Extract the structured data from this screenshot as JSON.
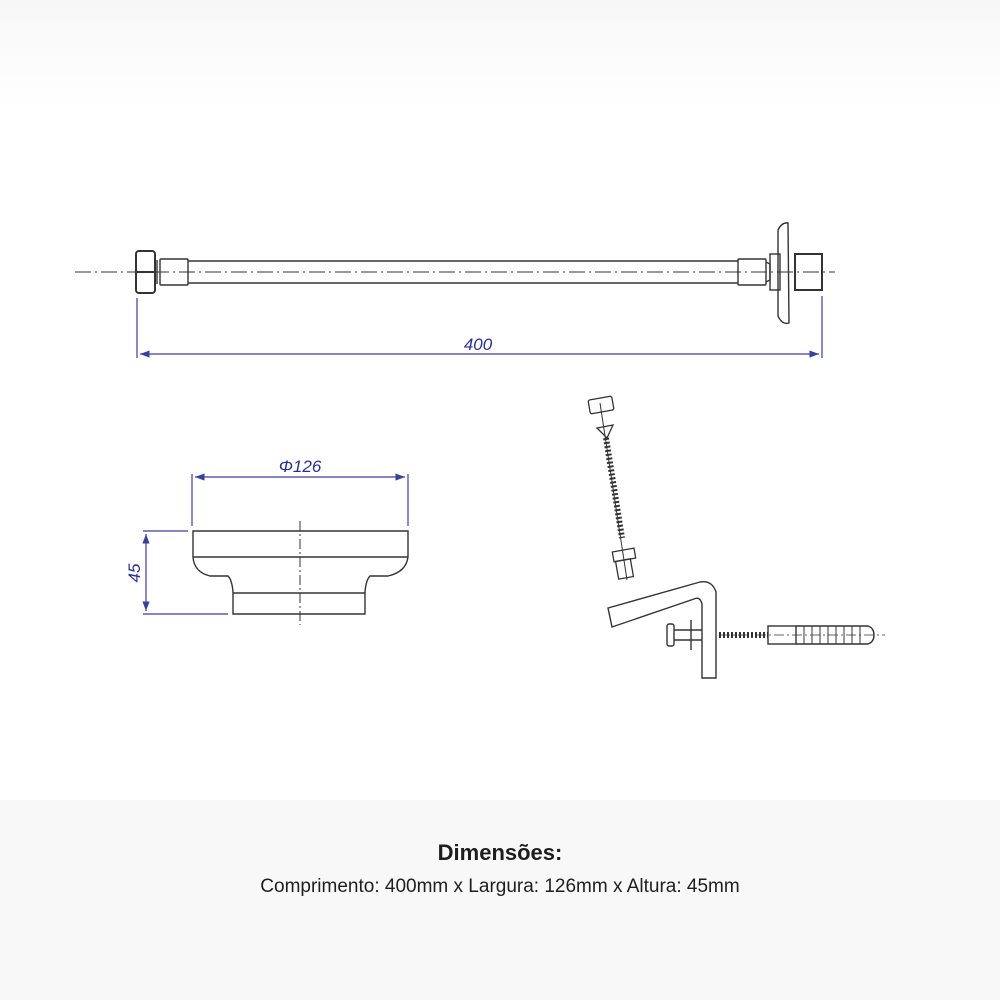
{
  "drawing": {
    "hose_length_label": "400",
    "base_diameter_label": "Φ126",
    "base_height_label": "45",
    "line_color": "#333333",
    "dimension_color": "#3a3f9a"
  },
  "caption": {
    "title": "Dimensões:",
    "body": "Comprimento: 400mm x Largura: 126mm x Altura: 45mm"
  }
}
